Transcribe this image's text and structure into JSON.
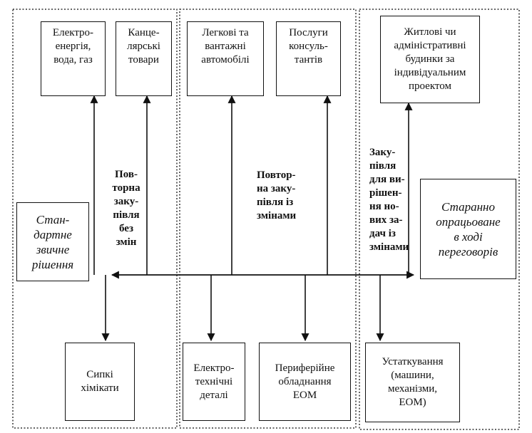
{
  "top_boxes": {
    "electricity": "Електро-\nенергія,\nвода, газ",
    "stationery": "Канце-\nлярські\nтовари",
    "cars": "Легкові та\nвантажні\nавтомобілі",
    "consulting": "Послуги\nконсуль-\nтантів",
    "buildings": "Житлові чи\nадміністративні\nбудинки за\nіндивідуальним\nпроектом"
  },
  "bottom_boxes": {
    "chemicals": "Сипкі\nхімікати",
    "electrical_parts": "Електро-\nтехнічні\nдеталі",
    "peripherals": "Периферійне\nобладнання\nЕОМ",
    "equipment": "Устаткування\n(машини,\nмеханізми,\nЕОМ)"
  },
  "side_boxes": {
    "standard": "Стан-\nдартне\nзвичне\nрішення",
    "careful": "Старанно\nопрацьоване\nв ході\nпереговорів"
  },
  "labels": {
    "rebuy_no_change": "Пов-\nторна\nзаку-\nпівля\nбез\nзмін",
    "rebuy_changes": "Повтор-\nна заку-\nпівля із\nзмінами",
    "new_task": "Заку-\nпівля\nдля ви-\nрішен-\nня но-\nвих за-\nдач із\nзмінами"
  }
}
